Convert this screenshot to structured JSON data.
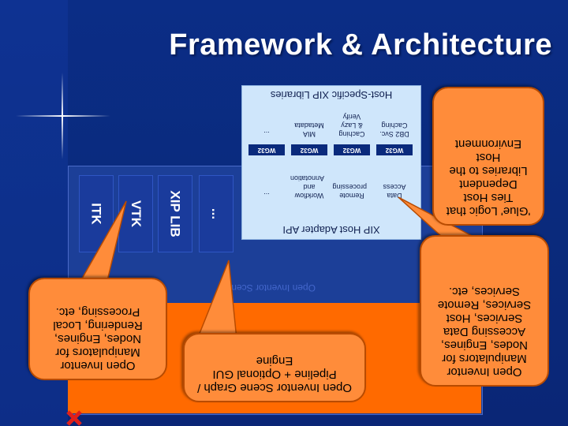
{
  "title": "Framework & Architecture",
  "host_lib": {
    "top_label": "Host-Specific XIP Libraries",
    "bottom_label": "XIP Host Adapter API",
    "columns": [
      {
        "tag": "WG32",
        "lower": "Data Access",
        "upper": "DB2 Svc. Caching"
      },
      {
        "tag": "WG32",
        "lower": "Remote processing",
        "upper": "Caching & Lazy Verify"
      },
      {
        "tag": "WG32",
        "lower": "Workflow and Annotation",
        "upper": "MIA Metadata"
      },
      {
        "tag": "WG32",
        "lower": "...",
        "upper": "..."
      }
    ]
  },
  "vertical_boxes": [
    "ITK",
    "VTK",
    "XIP LIB",
    "..."
  ],
  "ghost_text": "Open Inventor Scene",
  "callouts": {
    "glue": "'Glue' Logic that Ties Host Dependent Libraries to the Host Environment",
    "services": "Open Inventor Manipulators for Nodes, Engines, Accessing Data Services, Host Services, Remote Services, etc.",
    "itk": "Open Inventor Manipulators for Nodes, Engines, Rendering, Local Processing, etc.",
    "scene": "Open Inventor Scene Graph / Pipeline + Optional GUI Engine"
  },
  "colors": {
    "background": "#0b2d86",
    "orange": "#ff6a00",
    "callout": "#ff8c3a",
    "hostlib": "#cfe6fb"
  }
}
